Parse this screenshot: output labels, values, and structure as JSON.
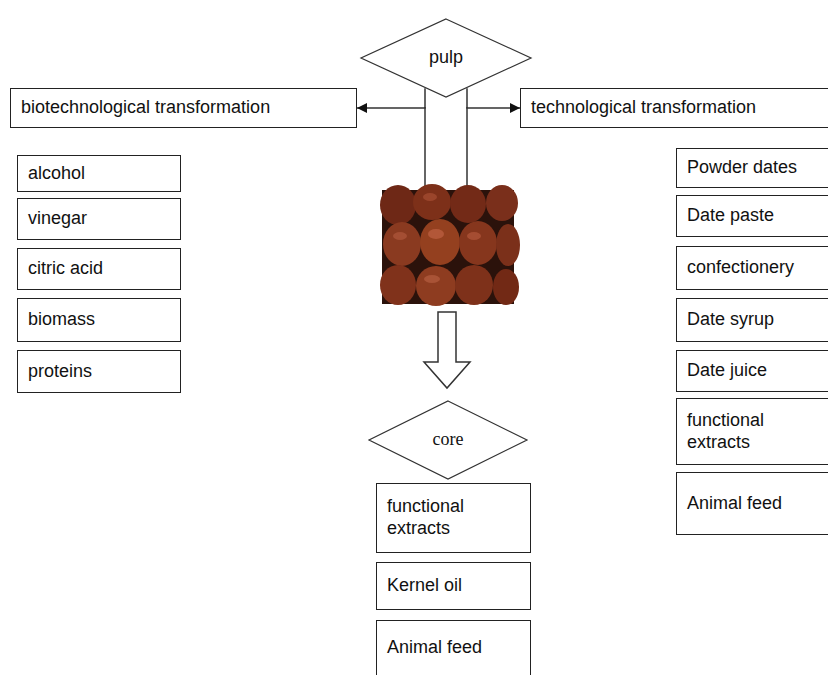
{
  "diagram": {
    "nodes": [
      {
        "text": [
          "pulp"
        ]
      },
      {
        "text": [
          "biotechnological transformation"
        ]
      },
      {
        "text": [
          "technological transformation"
        ]
      },
      {
        "text": [
          "alcohol"
        ]
      },
      {
        "text": [
          "vinegar"
        ]
      },
      {
        "text": [
          "citric acid"
        ]
      },
      {
        "text": [
          "biomass"
        ]
      },
      {
        "text": [
          "proteins"
        ]
      },
      {
        "text": [
          "Powder dates"
        ]
      },
      {
        "text": [
          "Date paste"
        ]
      },
      {
        "text": [
          "confectionery"
        ]
      },
      {
        "text": [
          "Date syrup"
        ]
      },
      {
        "text": [
          "Date juice"
        ]
      },
      {
        "text": [
          "functional extracts"
        ]
      },
      {
        "text": [
          "Animal feed"
        ]
      },
      {
        "text": [
          "core"
        ]
      },
      {
        "text": [
          "functional extracts"
        ]
      },
      {
        "text": [
          "Kernel oil"
        ]
      },
      {
        "text": [
          "Animal feed"
        ]
      }
    ],
    "edges": [
      {
        "from": 0,
        "to": 1,
        "arrow": "to"
      },
      {
        "from": 0,
        "to": 2,
        "arrow": "to"
      }
    ]
  }
}
